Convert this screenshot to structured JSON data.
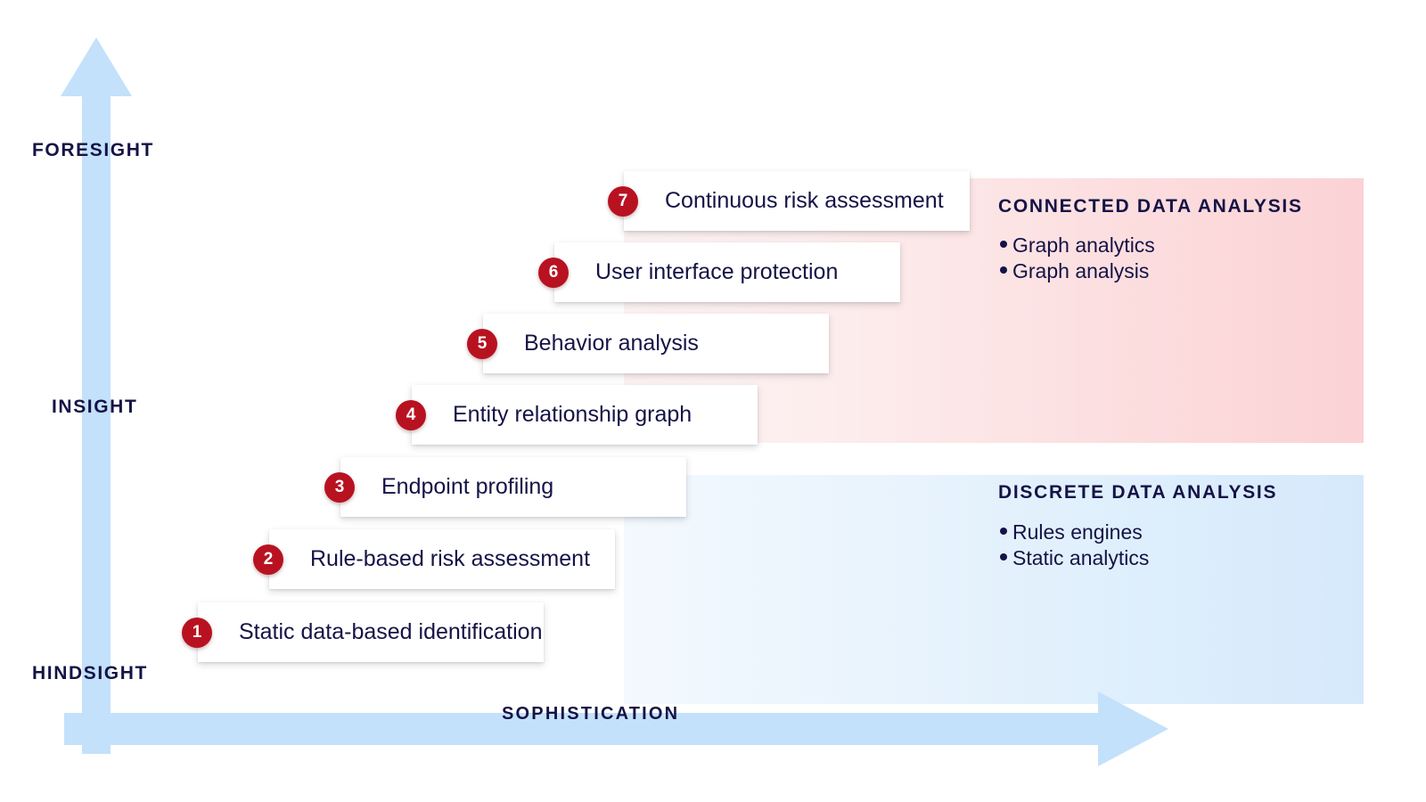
{
  "axes": {
    "vertical": {
      "name": "maturity-axis",
      "icon": "up-arrow-icon",
      "ticks": [
        {
          "label": "FORESIGHT"
        },
        {
          "label": "INSIGHT"
        },
        {
          "label": "HINDSIGHT"
        }
      ]
    },
    "horizontal": {
      "name": "sophistication-axis",
      "icon": "right-arrow-icon",
      "label": "SOPHISTICATION"
    }
  },
  "steps": [
    {
      "number": "1",
      "label": "Static data-based identification"
    },
    {
      "number": "2",
      "label": "Rule-based risk assessment"
    },
    {
      "number": "3",
      "label": "Endpoint profiling"
    },
    {
      "number": "4",
      "label": "Entity relationship graph"
    },
    {
      "number": "5",
      "label": "Behavior analysis"
    },
    {
      "number": "6",
      "label": "User interface protection"
    },
    {
      "number": "7",
      "label": "Continuous risk assessment"
    }
  ],
  "panels": {
    "connected": {
      "title": "CONNECTED DATA ANALYSIS",
      "bullets": [
        "Graph analytics",
        "Graph analysis"
      ]
    },
    "discrete": {
      "title": "DISCRETE DATA ANALYSIS",
      "bullets": [
        "Rules engines",
        "Static analytics"
      ]
    }
  },
  "colors": {
    "arrow_blue": "#c3e1fb",
    "navy_text": "#151346",
    "badge_red": "#b81221",
    "panel_pink_end": "#fbd2d5",
    "panel_blue_end": "#d6e9fb",
    "card_background": "#ffffff"
  }
}
